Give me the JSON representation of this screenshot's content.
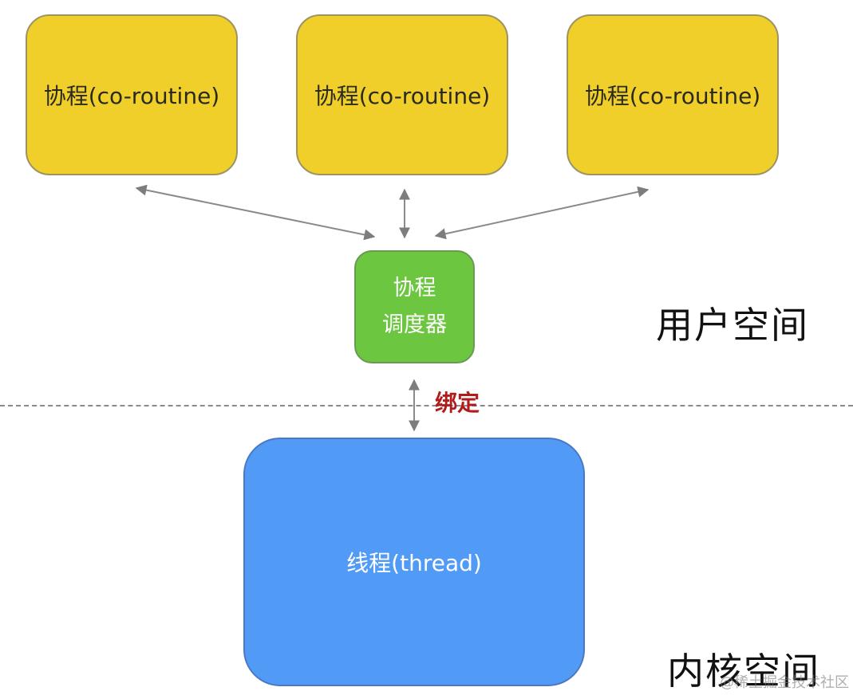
{
  "coroutines": [
    {
      "label": "协程(co-routine)"
    },
    {
      "label": "协程(co-routine)"
    },
    {
      "label": "协程(co-routine)"
    }
  ],
  "scheduler": {
    "line1": "协程",
    "line2": "调度器"
  },
  "thread": {
    "label": "线程(thread)"
  },
  "bind_label": "绑定",
  "zones": {
    "user": "用户空间",
    "kernel": "内核空间"
  },
  "watermark": "@稀土掘金技术社区",
  "colors": {
    "coroutine_fill": "#f0cf2b",
    "scheduler_fill": "#6cc640",
    "thread_fill": "#519bf7",
    "bind_text": "#b01c1c",
    "arrow": "#8a8a8a"
  }
}
